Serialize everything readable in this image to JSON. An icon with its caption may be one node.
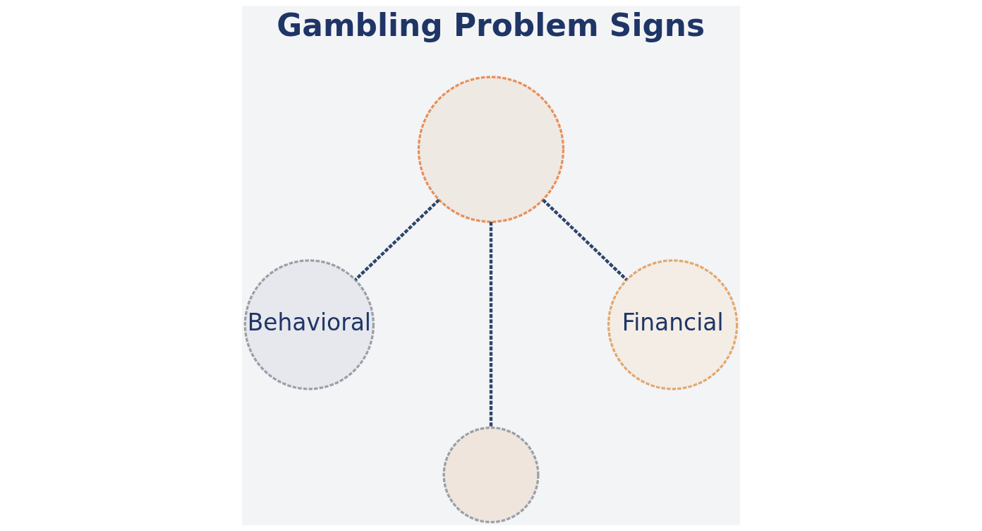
{
  "diagram": {
    "title": "Gambling Problem Signs",
    "nodes": [
      {
        "text": [],
        "shape": "circle"
      },
      {
        "text": [
          "Behavioral"
        ]
      },
      {
        "text": [],
        "shape": "circle"
      },
      {
        "text": [
          "Financial"
        ]
      }
    ],
    "edges": [
      {
        "from": 0,
        "to": 1,
        "arrow": "none",
        "style": "dashed"
      },
      {
        "from": 0,
        "to": 2,
        "arrow": "none",
        "style": "dashed"
      },
      {
        "from": 0,
        "to": 3,
        "arrow": "none",
        "style": "dashed"
      }
    ]
  }
}
